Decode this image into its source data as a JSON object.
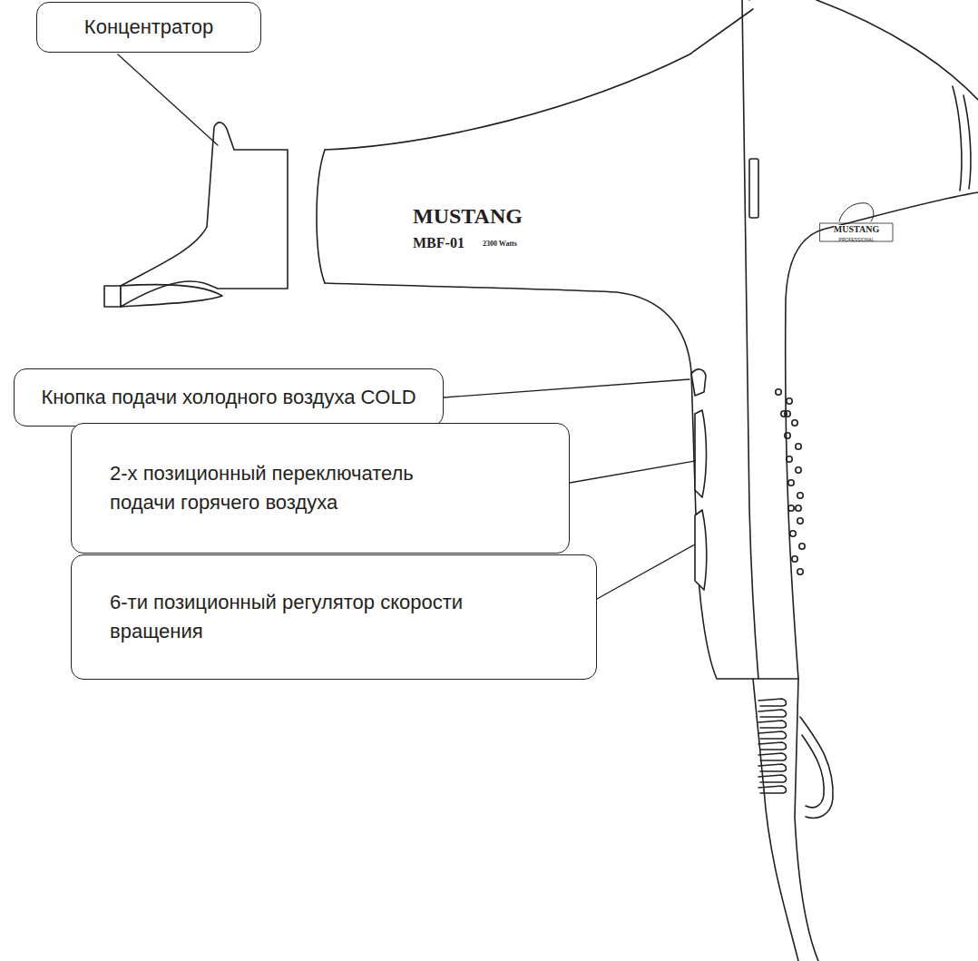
{
  "diagram": {
    "nodes": [
      {
        "text": [
          "Концентратор"
        ]
      },
      {
        "text": [
          "Кнопка подачи холодного воздуха COLD"
        ]
      },
      {
        "text": [
          "2-х позиционный переключатель подачи горячего воздуха"
        ]
      },
      {
        "text": [
          "6-ти позиционный регулятор скорости вращения"
        ]
      }
    ],
    "labels": [
      "MUSTANG",
      "MBF-01",
      "2300 Watts",
      "MUSTANG",
      "PROFESSIONAL"
    ]
  }
}
